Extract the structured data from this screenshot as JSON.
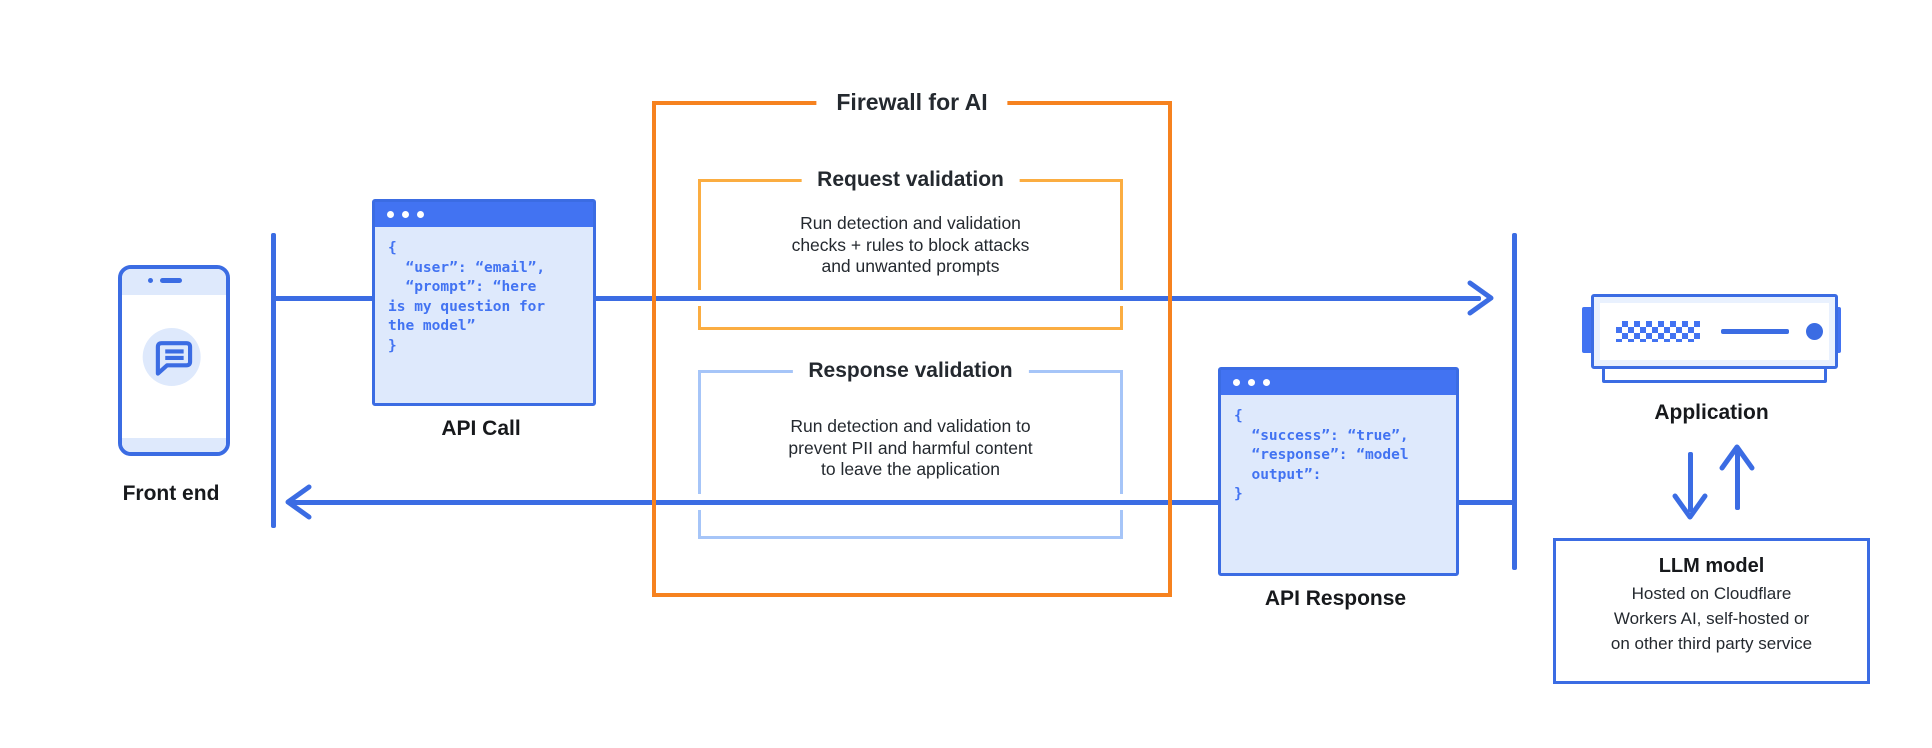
{
  "front_end": {
    "label": "Front end"
  },
  "api_call": {
    "label": "API Call",
    "code": "{\n  “user”: “email”,\n  “prompt”: “here\nis my question for\nthe model”\n}"
  },
  "firewall": {
    "title": "Firewall for AI",
    "request_validation": {
      "title": "Request validation",
      "description": "Run detection and validation\nchecks + rules to block attacks\nand unwanted prompts"
    },
    "response_validation": {
      "title": "Response validation",
      "description": "Run detection and validation to\nprevent PII and harmful content\nto leave the application"
    }
  },
  "api_response": {
    "label": "API Response",
    "code": "{\n  “success”: “true”,\n  “response”: “model\n  output”:\n}"
  },
  "application": {
    "label": "Application"
  },
  "llm_model": {
    "title": "LLM model",
    "description": "Hosted on Cloudflare\nWorkers AI, self-hosted or\non other third party service"
  },
  "colors": {
    "blue": "#3B6CE3",
    "titlebar_blue": "#4273F2",
    "light_blue_fill": "#DEE9FC",
    "firewall_orange": "#F6821F",
    "request_bracket_orange": "#FBAD41",
    "response_bracket_blue": "#A6C5F8",
    "text_dark": "#24292F"
  }
}
